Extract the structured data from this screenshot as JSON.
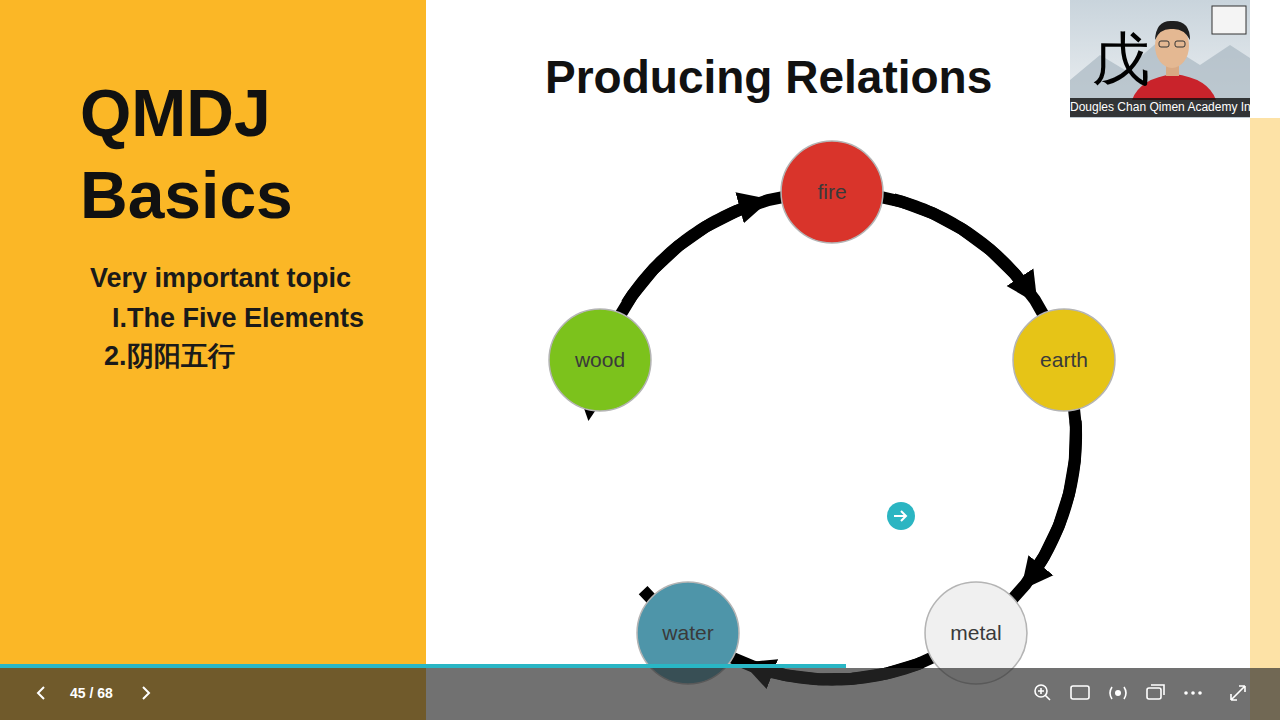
{
  "diagram": {
    "title": "Producing Relations",
    "nodes": [
      {
        "text": [
          "fire"
        ]
      },
      {
        "text": [
          "earth"
        ]
      },
      {
        "text": [
          "metal"
        ]
      },
      {
        "text": [
          "water"
        ]
      },
      {
        "text": [
          "wood"
        ]
      }
    ],
    "edges": [
      {
        "from": 0,
        "to": 1,
        "arrow": "to"
      },
      {
        "from": 1,
        "to": 2,
        "arrow": "to"
      },
      {
        "from": 2,
        "to": 3,
        "arrow": "to"
      },
      {
        "from": 3,
        "to": 4,
        "arrow": "to"
      },
      {
        "from": 4,
        "to": 0,
        "arrow": "to"
      }
    ],
    "labels": [
      "QMDJ Basics",
      "Very important topic",
      "I.The Five Elements",
      "2.阴阳五行",
      "戊",
      "Dougles Chan Qimen Academy Int.",
      "45 / 68"
    ]
  }
}
